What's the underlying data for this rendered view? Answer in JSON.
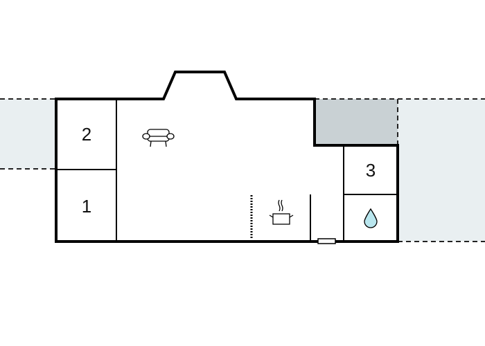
{
  "floorplan": {
    "rooms": [
      {
        "id": "room-2",
        "label": "2"
      },
      {
        "id": "room-1",
        "label": "1"
      },
      {
        "id": "room-3",
        "label": "3"
      }
    ],
    "icons": {
      "living": "sofa-icon",
      "kitchen": "cooking-pot-icon",
      "bathroom": "water-drop-icon"
    },
    "colors": {
      "wall": "#000000",
      "terrace": "#e9eff1",
      "covered": "#c9d1d4",
      "water": "#b9e6ee"
    }
  }
}
